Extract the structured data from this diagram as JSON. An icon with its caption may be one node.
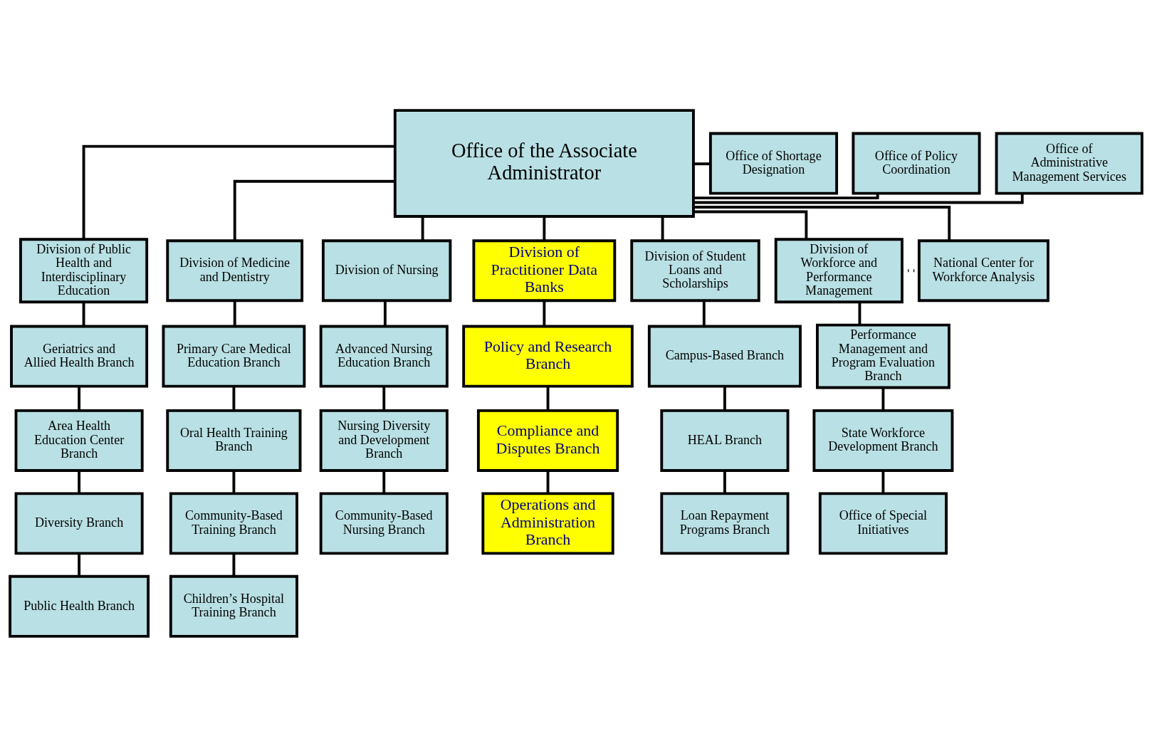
{
  "diagram": {
    "nodes": [
      {
        "text": [
          "Office of the Associate Administrator"
        ]
      },
      {
        "text": [
          "Office of Administrative Management Services"
        ]
      },
      {
        "text": [
          "Office of Policy Coordination"
        ]
      },
      {
        "text": [
          "Office of Shortage Designation"
        ]
      },
      {
        "text": [
          "Division of Public Health and Interdisciplinary Education"
        ]
      },
      {
        "text": [
          "Division of Medicine and Dentistry"
        ]
      },
      {
        "text": [
          "Division of Nursing"
        ]
      },
      {
        "text": [
          "Division of Practitioner Data Banks"
        ]
      },
      {
        "text": [
          "Division of Student Loans and Scholarships"
        ]
      },
      {
        "text": [
          "Division of Workforce and Performance Management"
        ]
      },
      {
        "text": [
          "National Center for Workforce Analysis"
        ]
      },
      {
        "text": [
          "Geriatrics and Allied Health Branch"
        ]
      },
      {
        "text": [
          "Area Health Education Center Branch"
        ]
      },
      {
        "text": [
          "Diversity Branch"
        ]
      },
      {
        "text": [
          "Public Health Branch"
        ]
      },
      {
        "text": [
          "Primary Care Medical Education Branch"
        ]
      },
      {
        "text": [
          "Oral Health Training Branch"
        ]
      },
      {
        "text": [
          "Community-Based Training Branch"
        ]
      },
      {
        "text": [
          "Children’s Hospital Training Branch"
        ]
      },
      {
        "text": [
          "Advanced Nursing Education Branch"
        ]
      },
      {
        "text": [
          "Nursing Diversity and Development Branch"
        ]
      },
      {
        "text": [
          "Community-Based Nursing Branch"
        ]
      },
      {
        "text": [
          "Policy and Research Branch"
        ]
      },
      {
        "text": [
          "Compliance and Disputes Branch"
        ]
      },
      {
        "text": [
          "Operations and Administration Branch"
        ]
      },
      {
        "text": [
          "Campus-Based Branch"
        ]
      },
      {
        "text": [
          "HEAL Branch"
        ]
      },
      {
        "text": [
          "Loan Repayment Programs Branch"
        ]
      },
      {
        "text": [
          "Performance Management and Program Evaluation Branch"
        ]
      },
      {
        "text": [
          "State Workforce Development Branch"
        ]
      },
      {
        "text": [
          "Office of Special Initiatives"
        ]
      }
    ],
    "edges": [
      {
        "from": 0,
        "to": 1,
        "arrow": "none"
      },
      {
        "from": 0,
        "to": 2,
        "arrow": "none"
      },
      {
        "from": 0,
        "to": 3,
        "arrow": "none"
      },
      {
        "from": 0,
        "to": 4,
        "arrow": "none"
      },
      {
        "from": 0,
        "to": 5,
        "arrow": "none"
      },
      {
        "from": 0,
        "to": 6,
        "arrow": "none"
      },
      {
        "from": 0,
        "to": 7,
        "arrow": "none"
      },
      {
        "from": 0,
        "to": 8,
        "arrow": "none"
      },
      {
        "from": 0,
        "to": 9,
        "arrow": "none"
      },
      {
        "from": 0,
        "to": 10,
        "arrow": "none"
      },
      {
        "from": 9,
        "to": 10,
        "arrow": "none",
        "style": "dashed"
      },
      {
        "from": 4,
        "to": 11,
        "arrow": "none"
      },
      {
        "from": 11,
        "to": 12,
        "arrow": "none"
      },
      {
        "from": 12,
        "to": 13,
        "arrow": "none"
      },
      {
        "from": 13,
        "to": 14,
        "arrow": "none"
      },
      {
        "from": 5,
        "to": 15,
        "arrow": "none"
      },
      {
        "from": 15,
        "to": 16,
        "arrow": "none"
      },
      {
        "from": 16,
        "to": 17,
        "arrow": "none"
      },
      {
        "from": 17,
        "to": 18,
        "arrow": "none"
      },
      {
        "from": 6,
        "to": 19,
        "arrow": "none"
      },
      {
        "from": 19,
        "to": 20,
        "arrow": "none"
      },
      {
        "from": 20,
        "to": 21,
        "arrow": "none"
      },
      {
        "from": 7,
        "to": 22,
        "arrow": "none"
      },
      {
        "from": 22,
        "to": 23,
        "arrow": "none"
      },
      {
        "from": 23,
        "to": 24,
        "arrow": "none"
      },
      {
        "from": 8,
        "to": 25,
        "arrow": "none"
      },
      {
        "from": 25,
        "to": 26,
        "arrow": "none"
      },
      {
        "from": 26,
        "to": 27,
        "arrow": "none"
      },
      {
        "from": 9,
        "to": 28,
        "arrow": "none"
      },
      {
        "from": 28,
        "to": 29,
        "arrow": "none"
      },
      {
        "from": 29,
        "to": 30,
        "arrow": "none"
      }
    ]
  }
}
